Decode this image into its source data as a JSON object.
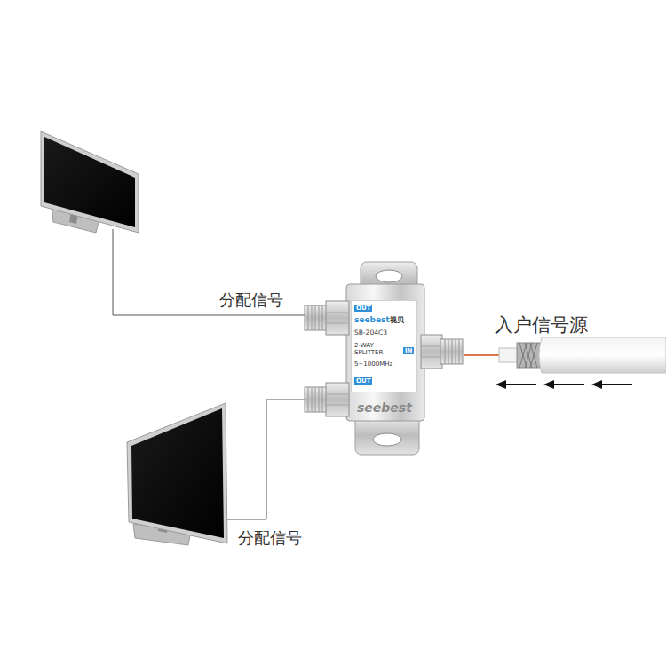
{
  "diagram": {
    "nodes": [
      {
        "text": [
          "seebest"
        ]
      },
      {
        "text": [
          "OUT",
          "seebest",
          "视贝",
          "SB-204C3",
          "2-WAY SPLITTER",
          "5~1000MHz",
          "IN",
          "OUT"
        ],
        "in": 0
      }
    ],
    "labels": [
      "分配信号",
      "入户信号源",
      "分配信号"
    ]
  }
}
